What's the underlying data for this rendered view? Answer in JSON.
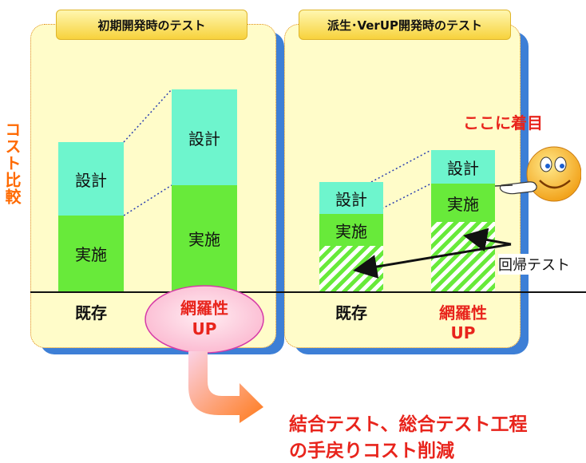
{
  "left_panel": {
    "title": "初期開発時のテスト",
    "existing": {
      "design": "設計",
      "impl": "実施",
      "label": "既存"
    },
    "coverage": {
      "design": "設計",
      "impl": "実施",
      "label_line1": "網羅性",
      "label_line2": "UP"
    }
  },
  "right_panel": {
    "title": "派生･VerUP開発時のテスト",
    "existing": {
      "design": "設計",
      "impl": "実施",
      "label": "既存"
    },
    "coverage": {
      "design": "設計",
      "impl": "実施",
      "label_line1": "網羅性",
      "label_line2": "UP"
    }
  },
  "side_label": "コスト比較",
  "focus_label": "ここに着目",
  "regression_label": "回帰テスト",
  "result_line1": "結合テスト、総合テスト工程",
  "result_line2": "の手戻りコスト削減",
  "colors": {
    "design": "#6ef5cd",
    "implementation": "#68ea3a",
    "panel": "#fffcc9",
    "shadow": "#3d7fd6",
    "accent_red": "#e8241c",
    "accent_orange": "#ff6a00"
  }
}
